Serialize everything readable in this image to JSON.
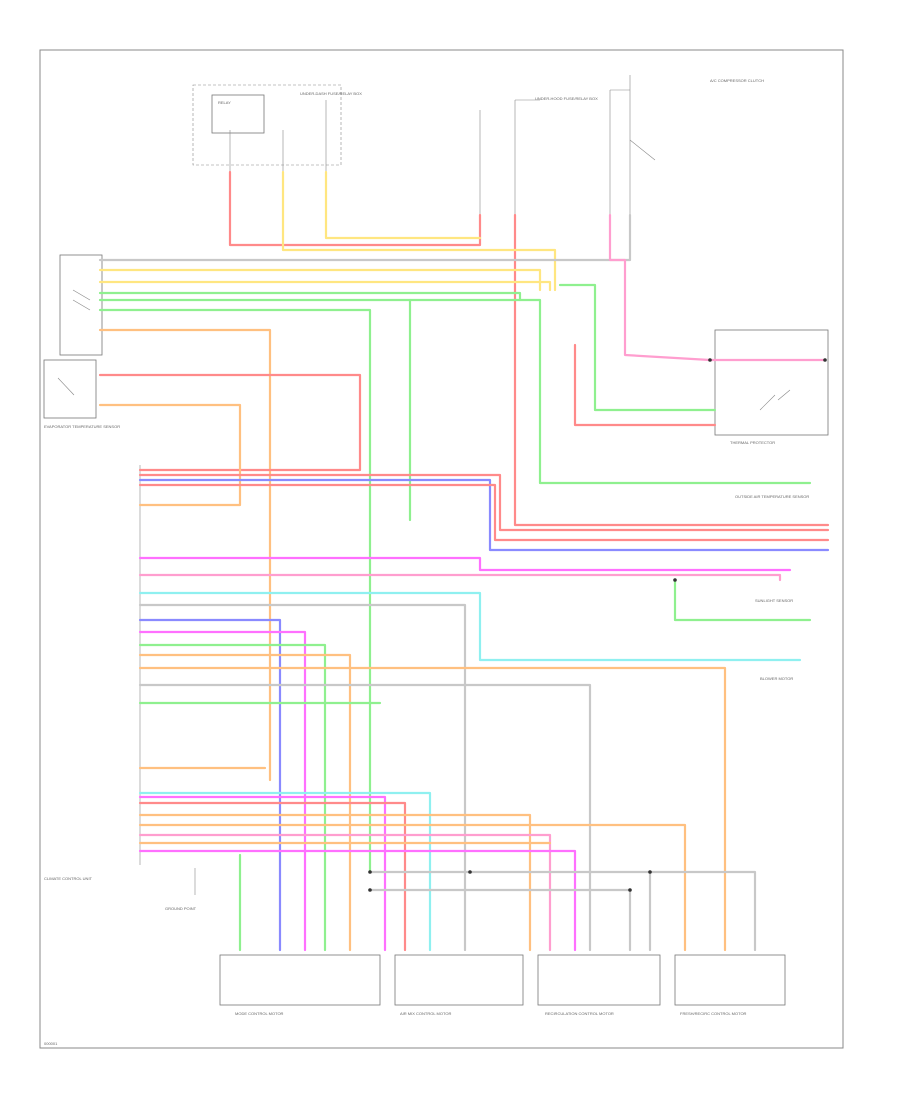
{
  "diagram": {
    "colors": {
      "red": "#ff8a8a",
      "pink": "#ff9ecf",
      "yellow": "#ffe680",
      "green": "#8ff08f",
      "blue": "#8a8aff",
      "cyan": "#8ff0f0",
      "orange": "#ffc080",
      "magenta": "#ff70ff",
      "gray": "#c8c8c8"
    },
    "labels": {
      "climate_control_unit": "CLIMATE CONTROL UNIT",
      "ground_point": "GROUND POINT",
      "mode_actuator": "MODE CONTROL MOTOR",
      "air_mix_actuator": "AIR MIX CONTROL MOTOR",
      "recirc_actuator": "RECIRCULATION CONTROL MOTOR",
      "fresh_actuator": "FRESH/RECIRC CONTROL MOTOR",
      "outside_temp_sensor": "OUTSIDE AIR TEMPERATURE SENSOR",
      "sunlight_sensor": "SUNLIGHT SENSOR",
      "evaporator_sensor": "EVAPORATOR TEMPERATURE SENSOR",
      "thermal_protector": "THERMAL PROTECTOR",
      "compressor_clutch": "A/C COMPRESSOR CLUTCH",
      "fuse_box": "UNDER-HOOD FUSE/RELAY BOX",
      "dash_fuse_box": "UNDER-DASH FUSE/RELAY BOX",
      "relay": "RELAY",
      "blower": "BLOWER MOTOR",
      "figure_id": "000001"
    }
  }
}
